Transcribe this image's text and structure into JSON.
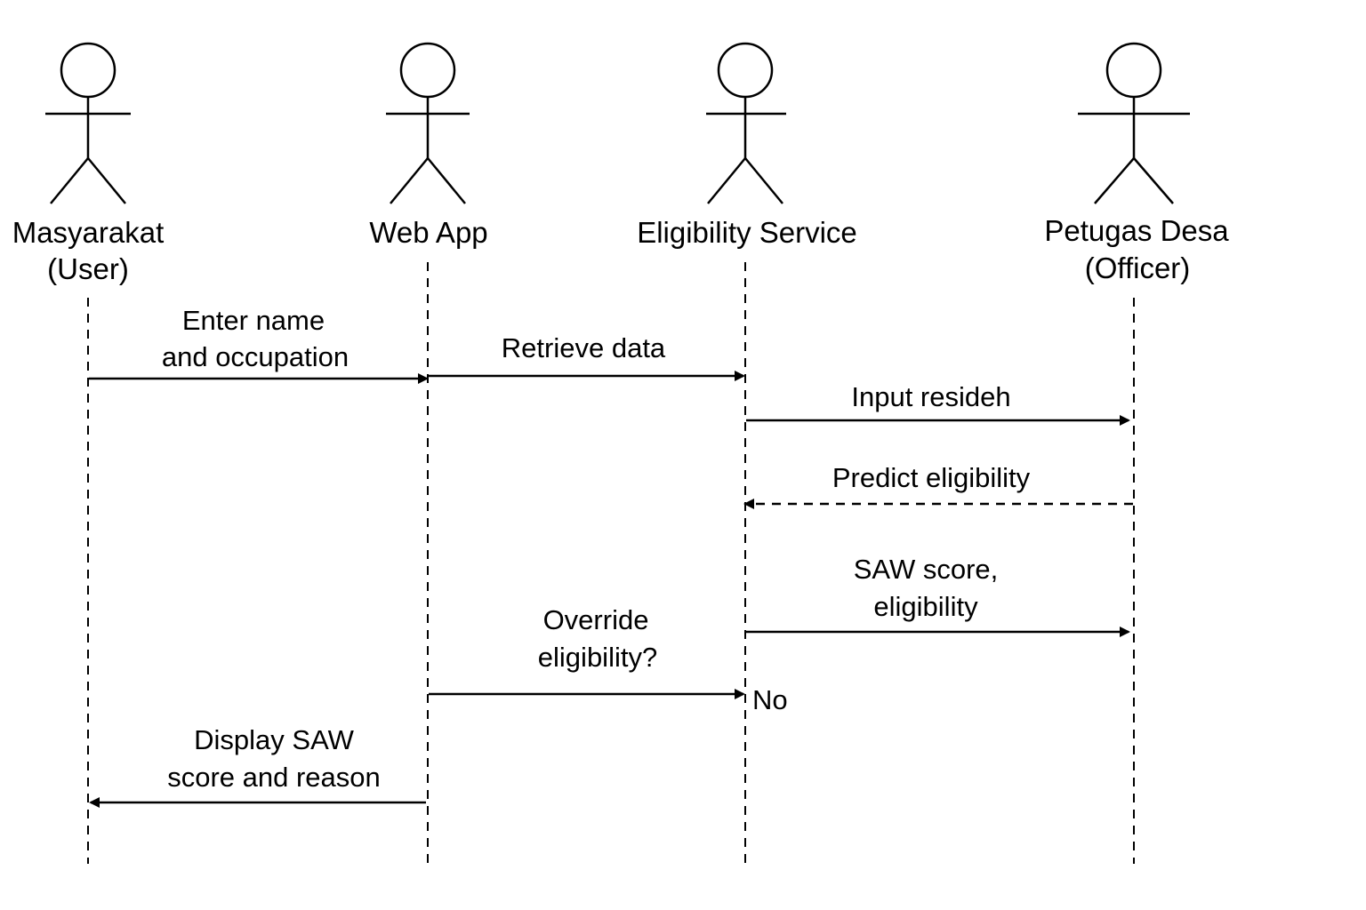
{
  "actors": [
    {
      "name": "Masyarakat",
      "subtitle": "(User)"
    },
    {
      "name": "Web App",
      "subtitle": ""
    },
    {
      "name": "Eligibility Service",
      "subtitle": ""
    },
    {
      "name": "Petugas Desa",
      "subtitle": "(Officer)"
    }
  ],
  "messages": [
    {
      "from": "Masyarakat",
      "to": "Web App",
      "style": "solid",
      "label": [
        "Enter name",
        "and occupation"
      ]
    },
    {
      "from": "Web App",
      "to": "Eligibility Service",
      "style": "solid",
      "label": [
        "Retrieve data"
      ]
    },
    {
      "from": "Eligibility Service",
      "to": "Petugas Desa",
      "style": "solid",
      "label": [
        "Input resideh"
      ]
    },
    {
      "from": "Petugas Desa",
      "to": "Eligibility Service",
      "style": "dashed",
      "label": [
        "Predict eligibility"
      ]
    },
    {
      "from": "Eligibility Service",
      "to": "Petugas Desa",
      "style": "solid",
      "label": [
        "SAW score,",
        "eligibility"
      ]
    },
    {
      "from": "Web App",
      "to": "Eligibility Service",
      "style": "solid",
      "label": [
        "Override",
        "eligibility?"
      ],
      "note": "No"
    },
    {
      "from": "Web App",
      "to": "Masyarakat",
      "style": "solid",
      "label": [
        "Display SAW",
        "score and reason"
      ]
    }
  ]
}
